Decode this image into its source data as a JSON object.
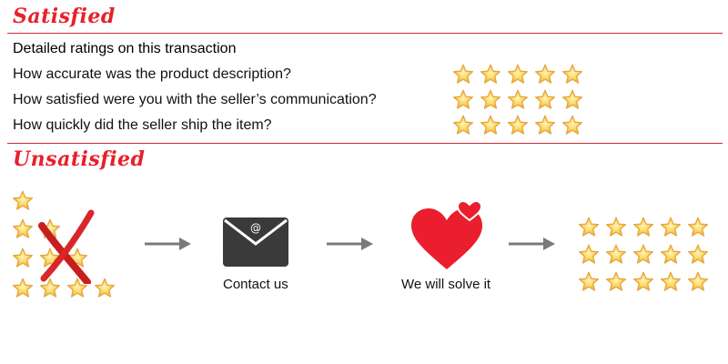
{
  "satisfied": {
    "title": "Satisfied",
    "heading": "Detailed ratings on this transaction",
    "ratings": [
      {
        "question": "How accurate was the product description?",
        "stars": 5
      },
      {
        "question": "How satisfied were you with the seller’s communication?",
        "stars": 5
      },
      {
        "question": "How quickly did the seller ship the item?",
        "stars": 5
      }
    ]
  },
  "unsatisfied": {
    "title": "Unsatisfied",
    "steps": [
      {
        "caption": "Contact us",
        "icon": "envelope-icon"
      },
      {
        "caption": "We will solve it",
        "icon": "heart-icon"
      }
    ]
  },
  "colors": {
    "accent_red": "#e8202a",
    "star_gold": "#f5c542",
    "envelope": "#3a3a3a",
    "arrow": "#7a7a7a"
  }
}
